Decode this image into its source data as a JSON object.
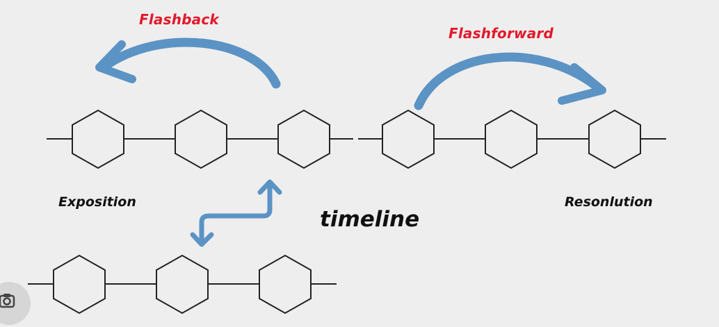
{
  "labels": {
    "flashback": "Flashback",
    "flashforward": "Flashforward",
    "exposition": "Exposition",
    "resolution": "Resonlution",
    "timeline": "timeline"
  },
  "colors": {
    "background": "#eeeeee",
    "arrow": "#5b93c4",
    "heading_red": "#e3182b",
    "text": "#111111",
    "line": "#222222"
  },
  "icons": {
    "corner_button": "image-search-icon"
  }
}
